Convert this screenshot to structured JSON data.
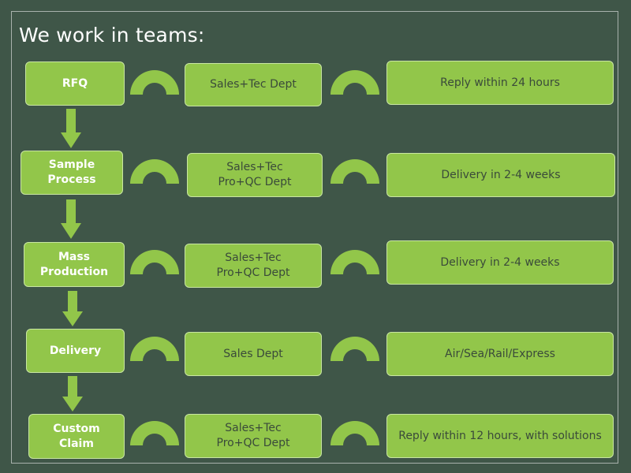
{
  "title": "We work in teams:",
  "colors": {
    "background": "#3f5648",
    "box": "#92c64a",
    "box_border": "#c9e6a3",
    "arch": "#92c64a",
    "step_text": "#ffffff",
    "body_text": "#3a4a3a"
  },
  "rows": [
    {
      "step": "RFQ",
      "dept": "Sales+Tec Dept",
      "result": "Reply within 24 hours"
    },
    {
      "step": "Sample\nProcess",
      "dept": "Sales+Tec\nPro+QC Dept",
      "result": "Delivery in 2-4 weeks"
    },
    {
      "step": "Mass\nProduction",
      "dept": "Sales+Tec\nPro+QC Dept",
      "result": "Delivery in 2-4 weeks"
    },
    {
      "step": "Delivery",
      "dept": "Sales Dept",
      "result": "Air/Sea/Rail/Express"
    },
    {
      "step": "Custom\nClaim",
      "dept": "Sales+Tec\nPro+QC Dept",
      "result": "Reply within 12 hours, with solutions"
    }
  ]
}
